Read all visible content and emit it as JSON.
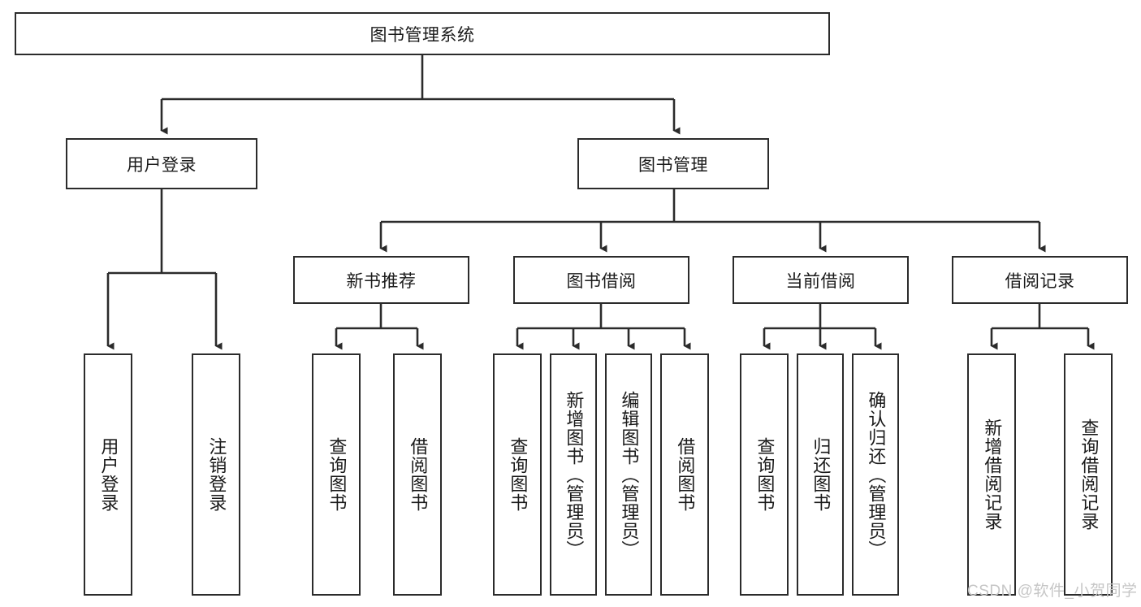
{
  "diagram": {
    "title_node": {
      "label": "图书管理系统"
    },
    "level2": [
      {
        "label": "用户登录"
      },
      {
        "label": "图书管理"
      }
    ],
    "level3": [
      {
        "label": "新书推荐"
      },
      {
        "label": "图书借阅"
      },
      {
        "label": "当前借阅"
      },
      {
        "label": "借阅记录"
      }
    ],
    "leaves": {
      "user_login": [
        {
          "label": "用户登录"
        },
        {
          "label": "注销登录"
        }
      ],
      "new_book_recommend": [
        {
          "label": "查询图书"
        },
        {
          "label": "借阅图书"
        }
      ],
      "book_borrow": [
        {
          "label": "查询图书"
        },
        {
          "label": "新增图书（管理员）"
        },
        {
          "label": "编辑图书（管理员）"
        },
        {
          "label": "借阅图书"
        }
      ],
      "current_borrow": [
        {
          "label": "查询图书"
        },
        {
          "label": "归还图书"
        },
        {
          "label": "确认归还（管理员）"
        }
      ],
      "borrow_record": [
        {
          "label": "新增借阅记录"
        },
        {
          "label": "查询借阅记录"
        }
      ]
    }
  },
  "watermark": {
    "text": "CSDN @软件_小贺同学"
  },
  "colors": {
    "stroke": "#2b2b2b",
    "text": "#1a1a1a",
    "background": "#ffffff",
    "watermark": "#c6c6c6"
  }
}
